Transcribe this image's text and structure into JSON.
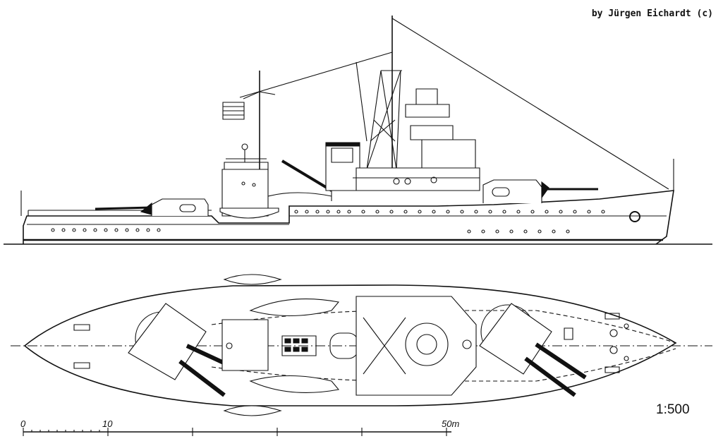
{
  "credit": "by Jürgen Eichardt (c)",
  "scale": {
    "ratio": "1:500",
    "labels": [
      "0",
      "10",
      "50m"
    ]
  },
  "colors": {
    "ink": "#111111",
    "paper": "#ffffff"
  }
}
